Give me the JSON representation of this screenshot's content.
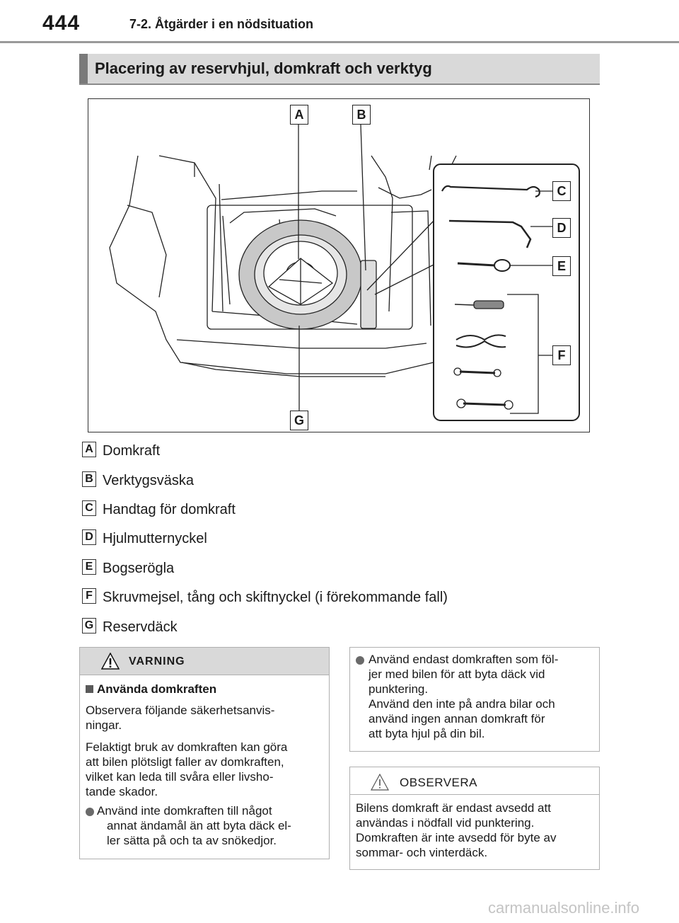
{
  "header": {
    "page_number": "444",
    "chapter": "7-2. Åtgärder i en nödsituation"
  },
  "section": {
    "title": "Placering av reservhjul, domkraft och verktyg"
  },
  "figure": {
    "labels": [
      "A",
      "B",
      "C",
      "D",
      "E",
      "F",
      "G"
    ]
  },
  "legend": [
    {
      "letter": "A",
      "text": "Domkraft"
    },
    {
      "letter": "B",
      "text": "Verktygsväska"
    },
    {
      "letter": "C",
      "text": "Handtag för domkraft"
    },
    {
      "letter": "D",
      "text": "Hjulmutternyckel"
    },
    {
      "letter": "E",
      "text": "Bogserögla"
    },
    {
      "letter": "F",
      "text": "Skruvmejsel, tång och skiftnyckel (i förekommande fall)"
    },
    {
      "letter": "G",
      "text": "Reservdäck"
    }
  ],
  "warning": {
    "title": "VARNING",
    "subheading": "Använda domkraften",
    "para1_l1": "Observera följande säkerhetsanvis-",
    "para1_l2": "ningar.",
    "para2_l1": "Felaktigt bruk av domkraften kan göra",
    "para2_l2": "att bilen plötsligt faller av domkraften,",
    "para2_l3": "vilket kan leda till svåra eller livsho-",
    "para2_l4": "tande skador.",
    "bullet1_l1": "Använd inte domkraften till något",
    "bullet1_l2": "annat ändamål än att byta däck el-",
    "bullet1_l3": "ler sätta på och ta av snökedjor.",
    "bullet2_l1": "Använd endast domkraften som föl-",
    "bullet2_l2": "jer med bilen för att byta däck vid",
    "bullet2_l3": "punktering.",
    "bullet2_l4": "Använd den inte på andra bilar och",
    "bullet2_l5": "använd ingen annan domkraft för",
    "bullet2_l6": "att byta hjul på din bil."
  },
  "notice": {
    "title": "OBSERVERA",
    "l1": "Bilens domkraft är endast avsedd att",
    "l2": "användas i nödfall vid punktering.",
    "l3": "Domkraften är inte avsedd för byte av",
    "l4": "sommar- och vinterdäck."
  },
  "footer": {
    "watermark": "carmanualsonline.info"
  }
}
